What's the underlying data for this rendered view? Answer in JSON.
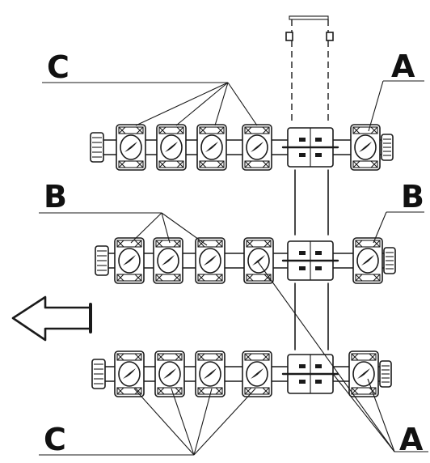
{
  "labels": {
    "top_left": "C",
    "top_right": "A",
    "mid_left": "B",
    "mid_right": "B",
    "bottom_left": "C",
    "bottom_right": "A"
  },
  "colors": {
    "ink": "#1a1a1a",
    "paper": "#ffffff"
  },
  "icons": {
    "direction": "arrow-left-icon"
  }
}
